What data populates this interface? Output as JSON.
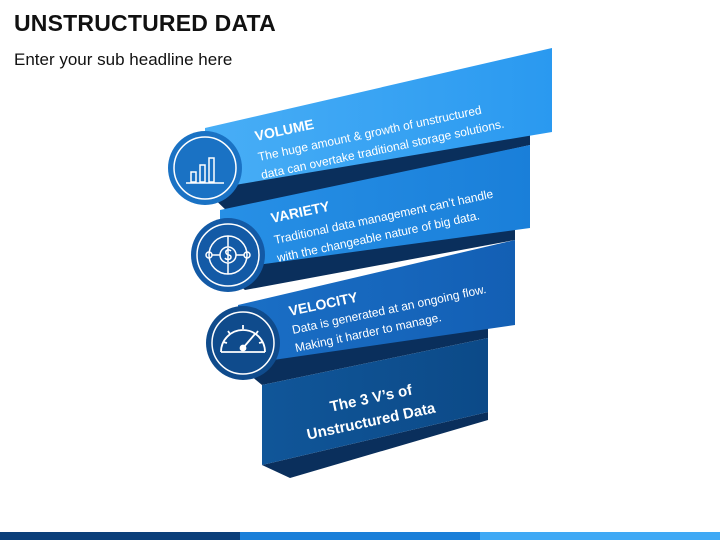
{
  "header": {
    "title": "UNSTRUCTURED DATA",
    "subtitle": "Enter your sub headline here"
  },
  "bands": [
    {
      "title": "VOLUME",
      "line1": "The huge amount & growth of unstructured",
      "line2": "data can overtake traditional storage solutions.",
      "icon": "bar-chart-icon"
    },
    {
      "title": "VARIETY",
      "line1": "Traditional data management can’t handle",
      "line2": "with the changeable nature of big data.",
      "icon": "dollar-circuit-icon"
    },
    {
      "title": "VELOCITY",
      "line1": "Data is generated at an ongoing flow.",
      "line2": "Making it harder to manage.",
      "icon": "speedometer-icon"
    }
  ],
  "base": {
    "line1": "The 3 V’s of",
    "line2": "Unstructured Data"
  },
  "colors": {
    "band1": "#2e9ef2",
    "band2": "#1f86e0",
    "band3": "#1566bd",
    "base": "#0d4f94",
    "shadow": "#0a2f5c",
    "circle_stroke": "#ffffff"
  }
}
